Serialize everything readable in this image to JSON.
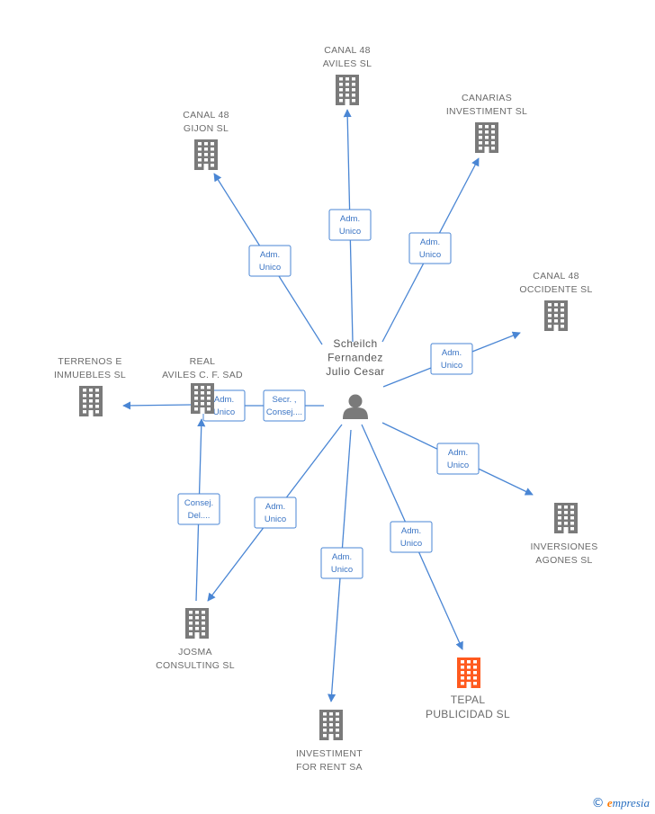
{
  "center": {
    "lines": [
      "Scheilch",
      "Fernandez",
      "Julio Cesar"
    ],
    "icon": "person-icon"
  },
  "nodes": [
    {
      "id": "canal48-aviles",
      "lines": [
        "CANAL 48",
        "AVILES SL"
      ],
      "highlight": false
    },
    {
      "id": "canarias",
      "lines": [
        "CANARIAS",
        "INVESTIMENT SL"
      ],
      "highlight": false
    },
    {
      "id": "canal48-gijon",
      "lines": [
        "CANAL 48",
        "GIJON SL"
      ],
      "highlight": false
    },
    {
      "id": "canal48-occidente",
      "lines": [
        "CANAL 48",
        "OCCIDENTE SL"
      ],
      "highlight": false
    },
    {
      "id": "terrenos",
      "lines": [
        "TERRENOS E",
        "INMUEBLES SL"
      ],
      "highlight": false
    },
    {
      "id": "real-aviles",
      "lines": [
        "REAL",
        "AVILES C.  F. SAD"
      ],
      "highlight": false
    },
    {
      "id": "inversiones-agones",
      "lines": [
        "INVERSIONES",
        "AGONES SL"
      ],
      "highlight": false
    },
    {
      "id": "josma",
      "lines": [
        "JOSMA",
        "CONSULTING SL"
      ],
      "highlight": false
    },
    {
      "id": "tepal",
      "lines": [
        "TEPAL",
        "PUBLICIDAD SL"
      ],
      "highlight": true
    },
    {
      "id": "investiment-rent",
      "lines": [
        "INVESTIMENT",
        "FOR RENT SA"
      ],
      "highlight": false
    }
  ],
  "edges": [
    {
      "from": "center",
      "to": "canal48-aviles",
      "label": [
        "Adm.",
        "Unico"
      ]
    },
    {
      "from": "center",
      "to": "canarias",
      "label": [
        "Adm.",
        "Unico"
      ]
    },
    {
      "from": "center",
      "to": "canal48-gijon",
      "label": [
        "Adm.",
        "Unico"
      ]
    },
    {
      "from": "center",
      "to": "canal48-occidente",
      "label": [
        "Adm.",
        "Unico"
      ]
    },
    {
      "from": "center",
      "to": "real-aviles",
      "label": [
        "Secr. ,",
        "Consej...."
      ]
    },
    {
      "from": "real-aviles",
      "to": "terrenos",
      "label": [
        "Adm.",
        "Unico"
      ]
    },
    {
      "from": "center",
      "to": "inversiones-agones",
      "label": [
        "Adm.",
        "Unico"
      ]
    },
    {
      "from": "center",
      "to": "josma",
      "label": [
        "Adm.",
        "Unico"
      ]
    },
    {
      "from": "josma",
      "to": "real-aviles",
      "label": [
        "Consej.",
        "Del...."
      ]
    },
    {
      "from": "center",
      "to": "tepal",
      "label": [
        "Adm.",
        "Unico"
      ]
    },
    {
      "from": "center",
      "to": "investiment-rent",
      "label": [
        "Adm.",
        "Unico"
      ]
    }
  ],
  "colors": {
    "building": "#7a7a7a",
    "building_highlight": "#ff5a1f",
    "edge": "#4a86d4",
    "person": "#7a7a7a"
  },
  "brand": {
    "symbol": "©",
    "initial": "e",
    "rest": "mpresia"
  }
}
